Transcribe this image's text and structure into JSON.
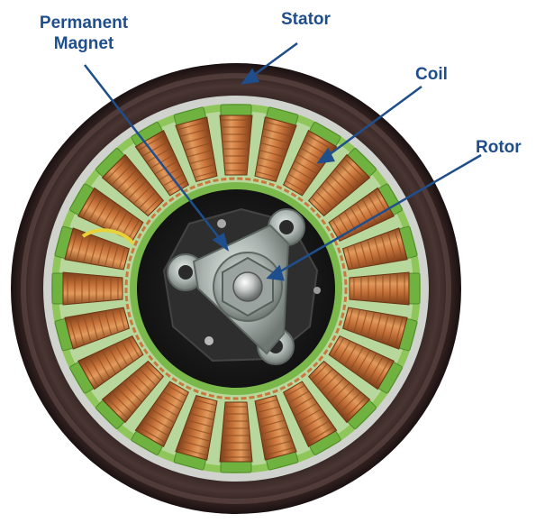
{
  "labels": {
    "permanent_magnet": "Permanent\nMagnet",
    "stator": "Stator",
    "coil": "Coil",
    "rotor": "Rotor"
  },
  "colors": {
    "label_text": "#1f4e8c",
    "leader_line": "#1f4e8c",
    "housing": "#3a2a28",
    "stator_green": "#7fbf4a",
    "copper": "#c8743a",
    "hub_black": "#1c1c1c",
    "metal": "#a9b0b0"
  },
  "motor": {
    "coil_count": 24
  }
}
